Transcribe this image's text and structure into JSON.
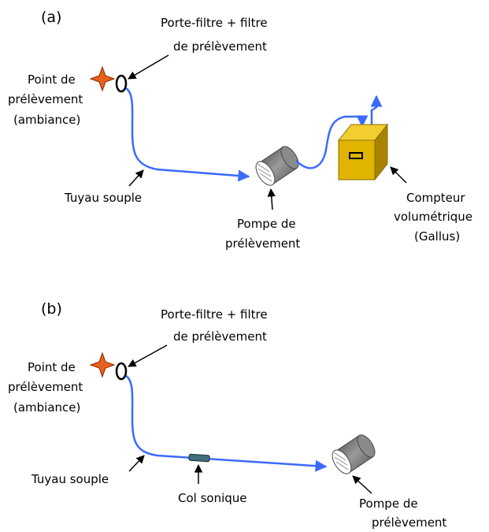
{
  "panel_a": {
    "label": "(a)",
    "filter_holder_label": [
      "Porte-filtre + filtre",
      "de prélèvement"
    ],
    "sampling_point_label": [
      "Point de",
      "prélèvement",
      "(ambiance)"
    ],
    "hose_label": "Tuyau souple",
    "pump_label": [
      "Pompe de",
      "prélèvement"
    ],
    "meter_label": [
      "Compteur",
      "volumétrique",
      "(Gallus)"
    ]
  },
  "panel_b": {
    "label": "(b)",
    "filter_holder_label": [
      "Porte-filtre + filtre",
      "de prélèvement"
    ],
    "sampling_point_label": [
      "Point de",
      "prélèvement",
      "(ambiance)"
    ],
    "hose_label": "Tuyau souple",
    "sonic_neck_label": "Col sonique",
    "pump_label": [
      "Pompe de",
      "prélèvement"
    ]
  },
  "colors": {
    "hose": "#3a6bff",
    "star": "#e8601c",
    "meter": "#e0b400",
    "pump": "#777777"
  }
}
